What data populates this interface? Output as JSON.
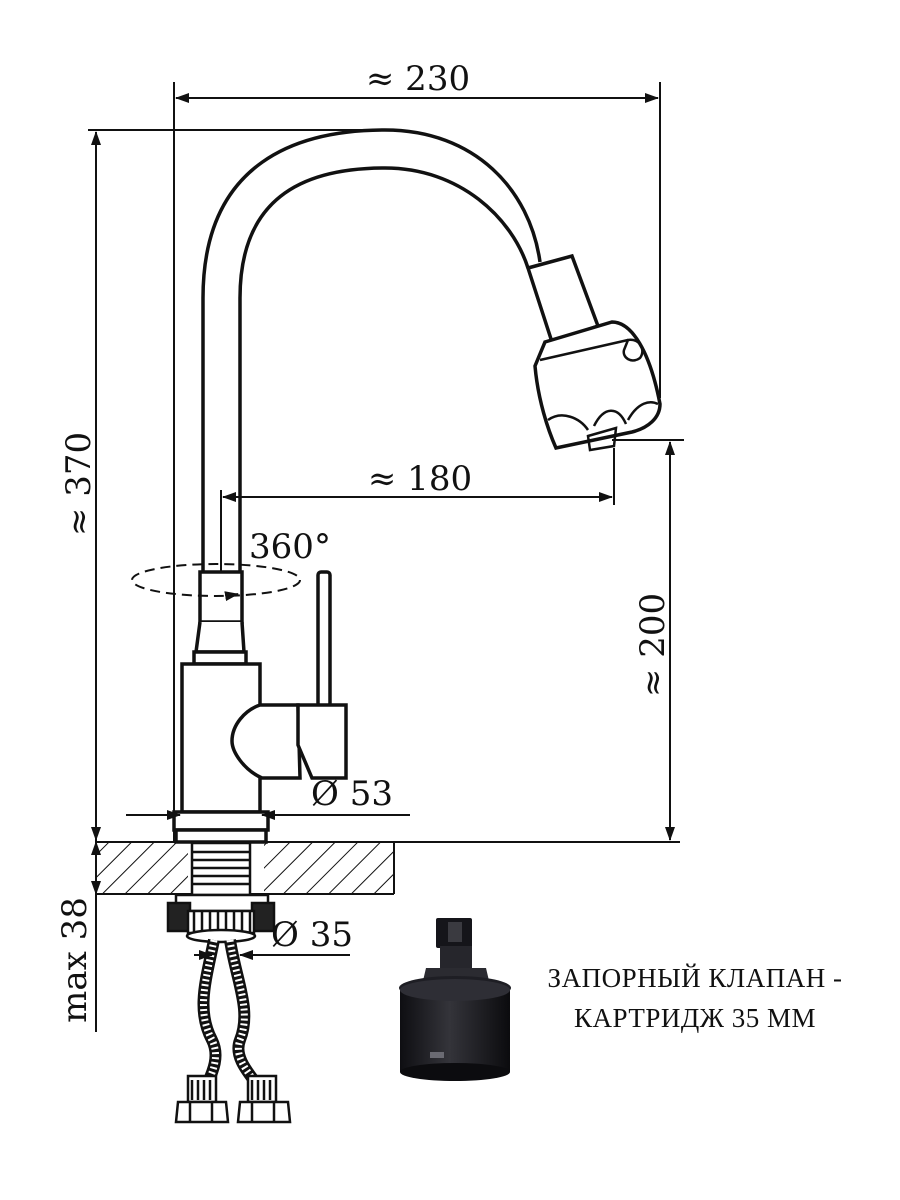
{
  "dimensions": {
    "width_total": "≈ 230",
    "height_total": "≈ 370",
    "reach": "≈ 180",
    "spout_clearance": "≈ 200",
    "rotation": "360°",
    "body_diameter": "Ø 53",
    "mount_diameter": "Ø 35",
    "countertop_thickness": "max 38"
  },
  "caption": {
    "line1": "ЗАПОРНЫЙ КЛАПАН -",
    "line2": "КАРТРИДЖ 35 ММ"
  },
  "colors": {
    "line": "#111111",
    "cartridge": "#1b1b1f"
  }
}
